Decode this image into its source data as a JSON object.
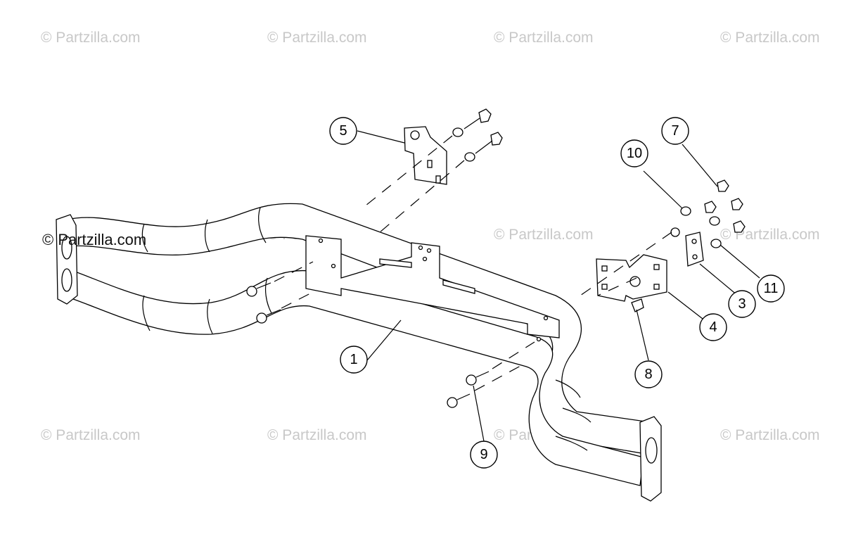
{
  "watermarks": [
    "© Partzilla.com",
    "© Partzilla.com",
    "© Partzilla.com",
    "© Partzilla.com",
    "© Partzilla.com",
    "© Partzilla.com",
    "© Partzilla.com",
    "© Partzilla.com",
    "© Partzilla.com",
    "© Partzilla.com",
    "© Partzilla.com"
  ],
  "watermark_strong": "© Partzilla.com",
  "callouts": [
    {
      "id": "c1",
      "label": "1"
    },
    {
      "id": "c3",
      "label": "3"
    },
    {
      "id": "c4",
      "label": "4"
    },
    {
      "id": "c5",
      "label": "5"
    },
    {
      "id": "c7",
      "label": "7"
    },
    {
      "id": "c8",
      "label": "8"
    },
    {
      "id": "c9",
      "label": "9"
    },
    {
      "id": "c10",
      "label": "10"
    },
    {
      "id": "c11",
      "label": "11"
    }
  ],
  "colors": {
    "line": "#000000",
    "watermark": "#c8c8c8",
    "background": "#ffffff"
  }
}
